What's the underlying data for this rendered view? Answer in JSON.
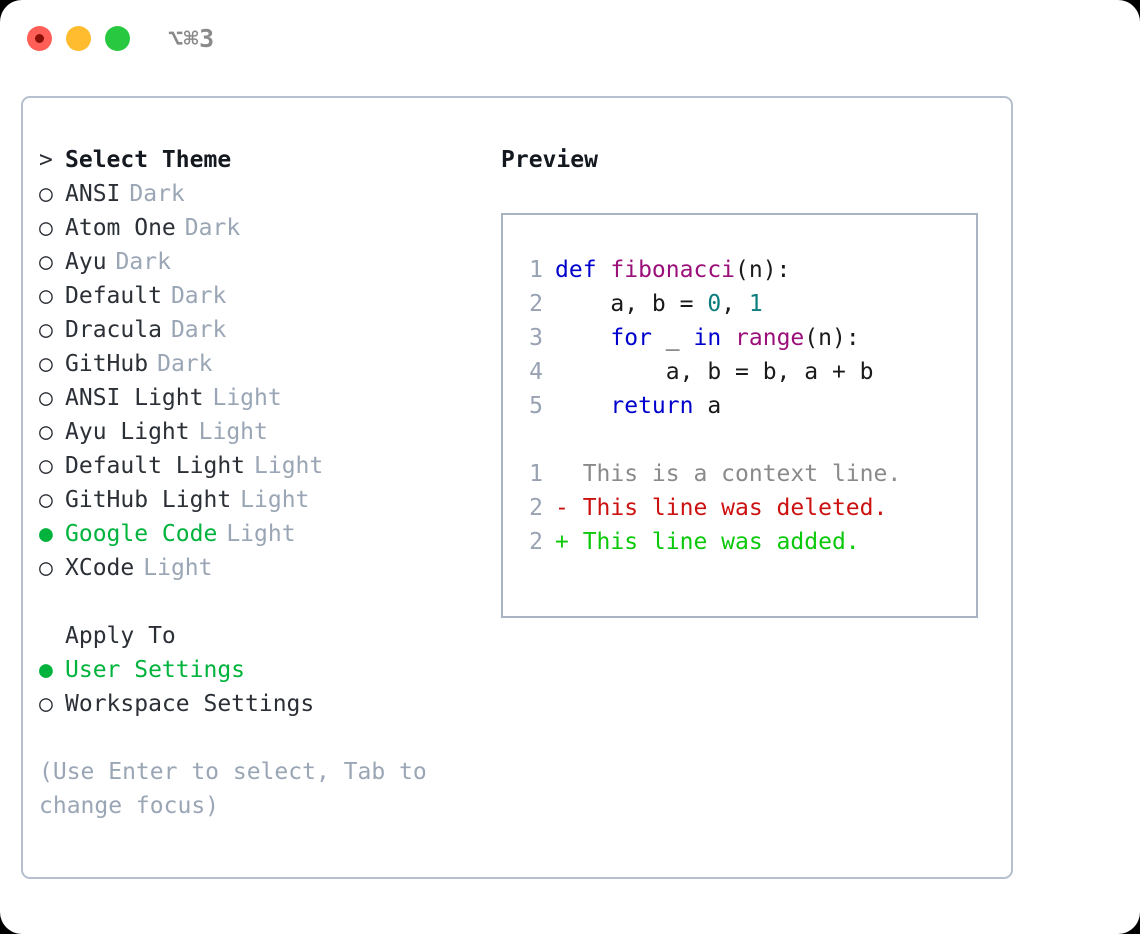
{
  "titlebar": {
    "shortcut": "⌥⌘3",
    "lights": [
      "close-red",
      "minimize-yellow",
      "zoom-green"
    ]
  },
  "left": {
    "header": {
      "marker": ">",
      "label": "Select Theme"
    },
    "themes": [
      {
        "marker": "○",
        "label": "ANSI",
        "variant": "Dark",
        "selected": false
      },
      {
        "marker": "○",
        "label": "Atom One",
        "variant": "Dark",
        "selected": false
      },
      {
        "marker": "○",
        "label": "Ayu",
        "variant": "Dark",
        "selected": false
      },
      {
        "marker": "○",
        "label": "Default",
        "variant": "Dark",
        "selected": false
      },
      {
        "marker": "○",
        "label": "Dracula",
        "variant": "Dark",
        "selected": false
      },
      {
        "marker": "○",
        "label": "GitHub",
        "variant": "Dark",
        "selected": false
      },
      {
        "marker": "○",
        "label": "ANSI Light",
        "variant": "Light",
        "selected": false
      },
      {
        "marker": "○",
        "label": "Ayu Light",
        "variant": "Light",
        "selected": false
      },
      {
        "marker": "○",
        "label": "Default Light",
        "variant": "Light",
        "selected": false
      },
      {
        "marker": "○",
        "label": "GitHub Light",
        "variant": "Light",
        "selected": false
      },
      {
        "marker": "●",
        "label": "Google Code",
        "variant": "Light",
        "selected": true
      },
      {
        "marker": "○",
        "label": "XCode",
        "variant": "Light",
        "selected": false
      }
    ],
    "apply_to": {
      "header": "Apply To",
      "options": [
        {
          "marker": "●",
          "label": "User Settings",
          "selected": true
        },
        {
          "marker": "○",
          "label": "Workspace Settings",
          "selected": false
        }
      ]
    },
    "hint": "(Use Enter to select, Tab to change focus)"
  },
  "right": {
    "title": "Preview",
    "code_lines": [
      {
        "no": "1",
        "tokens": [
          {
            "t": "def ",
            "c": "kw"
          },
          {
            "t": "fibonacci",
            "c": "fn"
          },
          {
            "t": "(n):",
            "c": "pl"
          }
        ]
      },
      {
        "no": "2",
        "tokens": [
          {
            "t": "    a, b = ",
            "c": "pl"
          },
          {
            "t": "0",
            "c": "num"
          },
          {
            "t": ", ",
            "c": "pl"
          },
          {
            "t": "1",
            "c": "num"
          }
        ]
      },
      {
        "no": "3",
        "tokens": [
          {
            "t": "    ",
            "c": "pl"
          },
          {
            "t": "for",
            "c": "kw"
          },
          {
            "t": " _ ",
            "c": "pl"
          },
          {
            "t": "in",
            "c": "kw"
          },
          {
            "t": " ",
            "c": "pl"
          },
          {
            "t": "range",
            "c": "fn"
          },
          {
            "t": "(n):",
            "c": "pl"
          }
        ]
      },
      {
        "no": "4",
        "tokens": [
          {
            "t": "        a, b = b, a + b",
            "c": "pl"
          }
        ]
      },
      {
        "no": "5",
        "tokens": [
          {
            "t": "    ",
            "c": "pl"
          },
          {
            "t": "return",
            "c": "kw"
          },
          {
            "t": " a",
            "c": "pl"
          }
        ]
      }
    ],
    "diff_lines": [
      {
        "no": "1",
        "text": "  This is a context line.",
        "kind": "ctx"
      },
      {
        "no": "2",
        "text": "- This line was deleted.",
        "kind": "del"
      },
      {
        "no": "2",
        "text": "+ This line was added.",
        "kind": "add"
      }
    ]
  },
  "colors": {
    "selected_green": "#00b33c",
    "muted": "#9aa6b5",
    "border": "#b6bfcd",
    "panel_border": "#a8b3c4",
    "keyword": "#0000cc",
    "function": "#9b0f7a",
    "number": "#0d7d7d",
    "diff_delete": "#cc1111",
    "diff_add": "#0ac80a",
    "diff_context": "#8a8a8a",
    "lineno": "#98a2b3"
  }
}
